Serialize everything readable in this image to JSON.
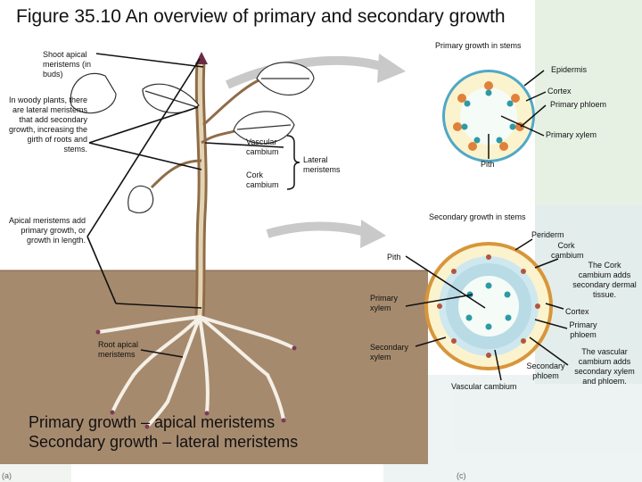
{
  "title": "Figure 35.10 An overview of primary and secondary growth",
  "labels": {
    "shoot_apical_meristems": "Shoot apical meristems (in buds)",
    "woody_plants": "In woody plants, there are lateral meristems that add secondary growth, increasing the girth of roots and stems.",
    "vascular_cambium": "Vascular cambium",
    "cork_cambium": "Cork cambium",
    "lateral_meristems": "Lateral meristems",
    "apical_meristems": "Apical meristems add primary growth, or growth in length.",
    "root_apical_meristems": "Root apical meristems",
    "primary_growth_in_stems": "Primary growth in stems",
    "epidermis": "Epidermis",
    "cortex_top": "Cortex",
    "primary_phloem_top": "Primary phloem",
    "primary_xylem_top": "Primary xylem",
    "pith_top": "Pith",
    "secondary_growth_in_stems": "Secondary growth in stems",
    "periderm": "Periderm",
    "cork_cambium_c": "Cork cambium",
    "cork_cambium_note": "The Cork cambium adds secondary dermal tissue.",
    "pith_bottom": "Pith",
    "primary_xylem_bottom": "Primary xylem",
    "cortex_bottom": "Cortex",
    "primary_phloem_bottom": "Primary phloem",
    "vascular_cambium_note": "The vascular cambium adds secondary xylem and phloem.",
    "secondary_xylem": "Secondary xylem",
    "secondary_phloem": "Secondary phloem",
    "vascular_cambium_bottom": "Vascular cambium"
  },
  "summary": {
    "line1": "Primary growth – apical meristems",
    "line2": "Secondary growth – lateral meristems"
  },
  "panel_tags": {
    "a": "(a)",
    "c": "(c)"
  },
  "colors": {
    "soil": "#a68a6e",
    "leaf": "#ffffff",
    "epidermis": "#4fa8c8",
    "cortex": "#fbf3cd",
    "pith": "#f7fbf8",
    "phloem": "#e0803a",
    "xylem": "#2d9aa6",
    "periderm": "#d8953a",
    "sec_xylem": "#cfe7ef",
    "arrow": "#c8c8c8"
  }
}
